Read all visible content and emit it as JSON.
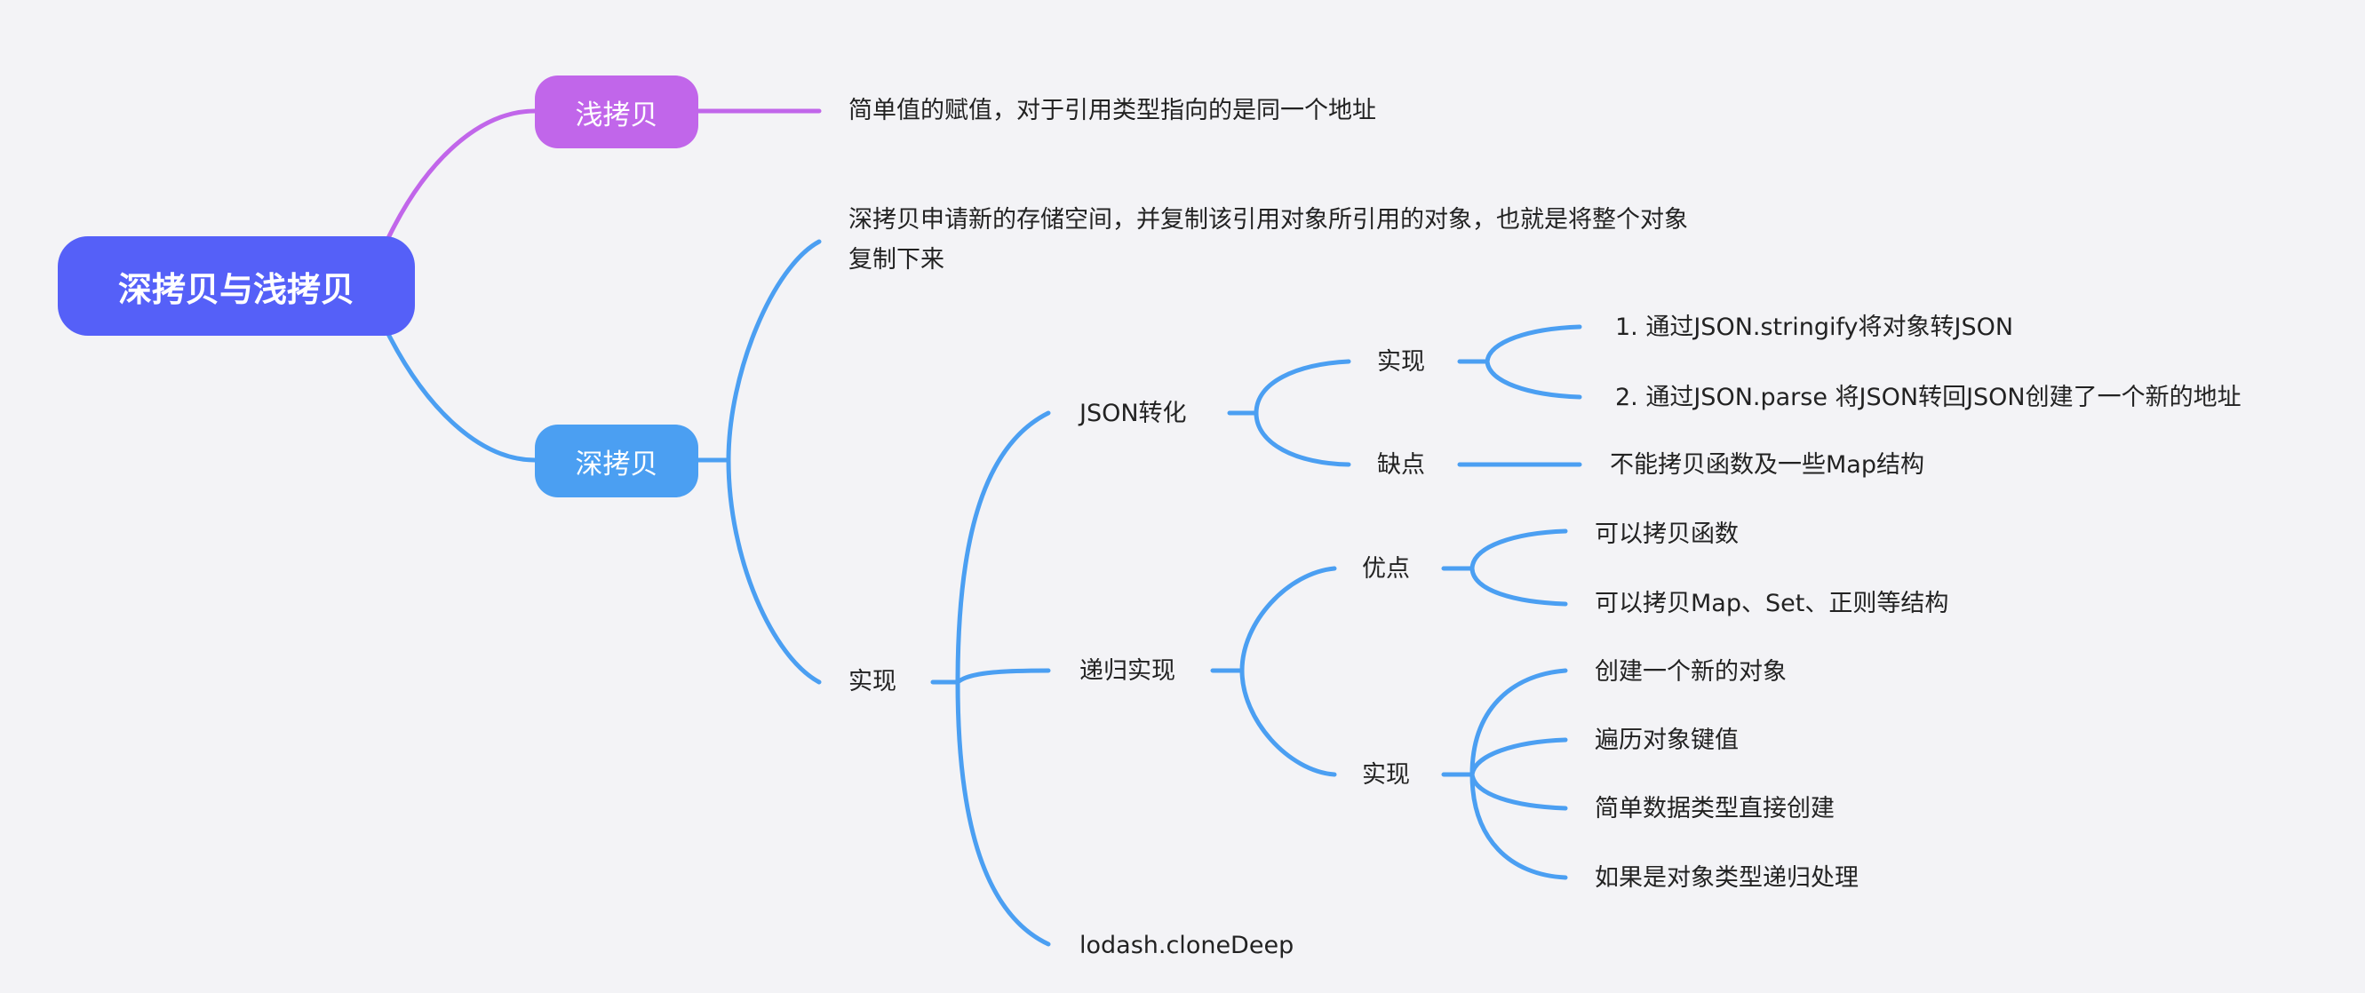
{
  "root": "深拷贝与浅拷贝",
  "shallow": {
    "label": "浅拷贝",
    "desc": "简单值的赋值，对于引用类型指向的是同一个地址"
  },
  "deep": {
    "label": "深拷贝",
    "desc_line1": "深拷贝申请新的存储空间，并复制该引用对象所引用的对象，也就是将整个对象",
    "desc_line2": "复制下来",
    "impl": {
      "label": "实现",
      "json": {
        "label": "JSON转化",
        "impl": {
          "label": "实现",
          "items": [
            "1.  通过JSON.stringify将对象转JSON",
            "2.  通过JSON.parse 将JSON转回JSON创建了一个新的地址"
          ]
        },
        "cons": {
          "label": "缺点",
          "text": "不能拷贝函数及一些Map结构"
        }
      },
      "recursive": {
        "label": "递归实现",
        "pros": {
          "label": "优点",
          "items": [
            "可以拷贝函数",
            "可以拷贝Map、Set、正则等结构"
          ]
        },
        "impl": {
          "label": "实现",
          "items": [
            "创建一个新的对象",
            "遍历对象键值",
            "简单数据类型直接创建",
            "如果是对象类型递归处理"
          ]
        }
      },
      "lodash": "lodash.cloneDeep"
    }
  },
  "colors": {
    "root": "#5560f8",
    "shallow": "#c166ea",
    "deep": "#4b9ff2",
    "line_blue": "#4b9ff2",
    "line_purple": "#c166ea",
    "background": "#f3f3f6"
  }
}
